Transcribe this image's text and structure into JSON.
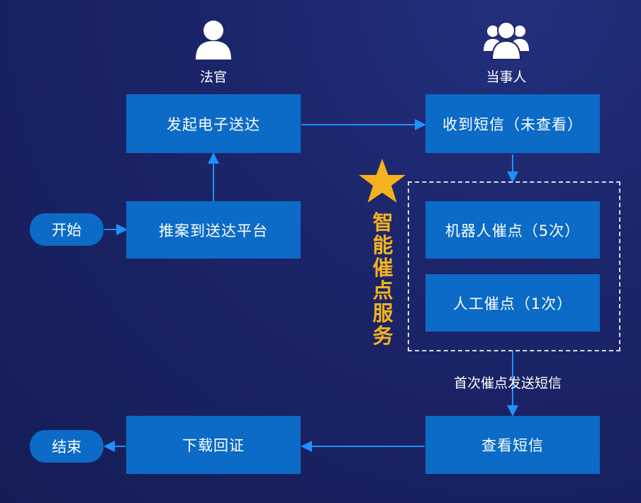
{
  "roles": {
    "judge": {
      "label": "法官",
      "icon": "person-icon"
    },
    "party": {
      "label": "当事人",
      "icon": "group-icon"
    }
  },
  "nodes": {
    "start": "开始",
    "push": "推案到送达平台",
    "initiate": "发起电子送达",
    "receive_sms": "收到短信（未查看）",
    "robot_reminder": "机器人催点（5次）",
    "manual_reminder": "人工催点（1次）",
    "view_sms": "查看短信",
    "download_receipt": "下载回证",
    "end": "结束"
  },
  "smart_service": {
    "title_chars": [
      "智",
      "能",
      "催",
      "点",
      "服",
      "务"
    ],
    "icon": "star-icon"
  },
  "edge_labels": {
    "first_reminder": "首次催点发送短信"
  },
  "colors": {
    "background": "#1b2468",
    "box": "#0b6bc6",
    "arrow": "#1e90ff",
    "accent": "#f3b21e"
  }
}
